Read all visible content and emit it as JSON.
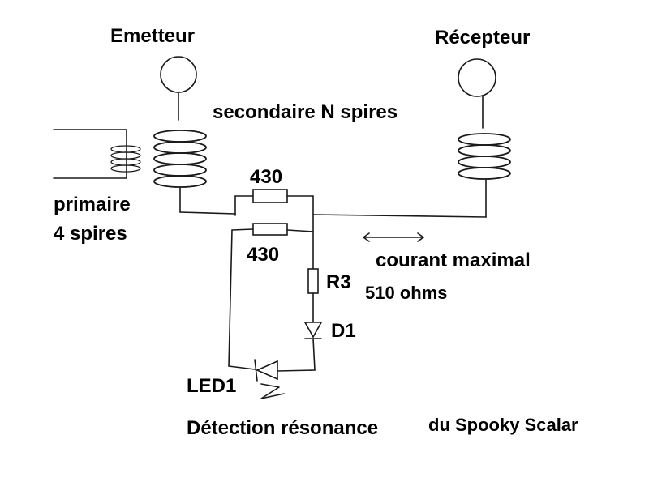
{
  "labels": {
    "emetteur": "Emetteur",
    "recepteur": "Récepteur",
    "secondaire": "secondaire N spires",
    "primaire_line1": "primaire",
    "primaire_line2": "4 spires",
    "r_top": "430",
    "r_bottom": "430",
    "courant": "courant maximal",
    "r3": "R3",
    "r3_value": "510 ohms",
    "d1": "D1",
    "led1": "LED1",
    "caption_part1": "Détection résonance",
    "caption_part2": "du Spooky Scalar"
  },
  "colors": {
    "ink": "#1a1a1a",
    "background": "#ffffff"
  }
}
